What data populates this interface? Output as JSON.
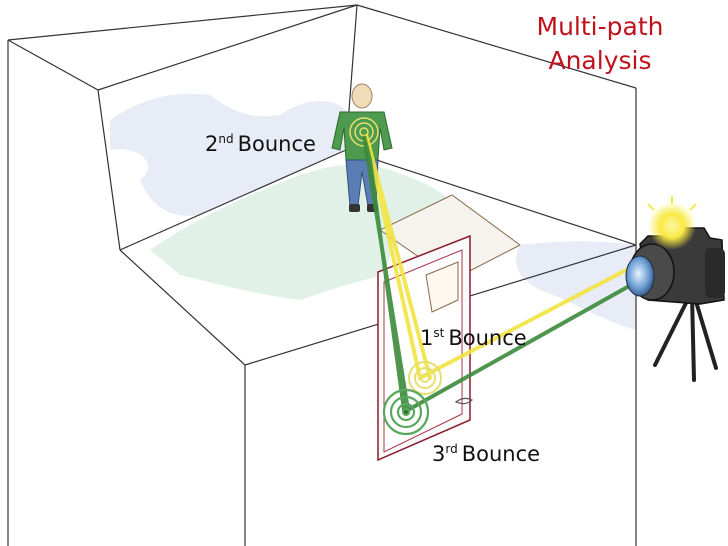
{
  "title": {
    "line1": "Multi-path",
    "line2": "Analysis"
  },
  "labels": {
    "first": {
      "num": "1",
      "ord": "st",
      "word": "Bounce"
    },
    "second": {
      "num": "2",
      "ord": "nd",
      "word": "Bounce"
    },
    "third": {
      "num": "3",
      "ord": "rd",
      "word": "Bounce"
    }
  },
  "colors": {
    "title": "#c0111c",
    "yellow_path": "#f2e341",
    "green_path": "#3b8a3b",
    "floor_tint": "#dceee4",
    "wall_shade": "#c9cfe6"
  }
}
